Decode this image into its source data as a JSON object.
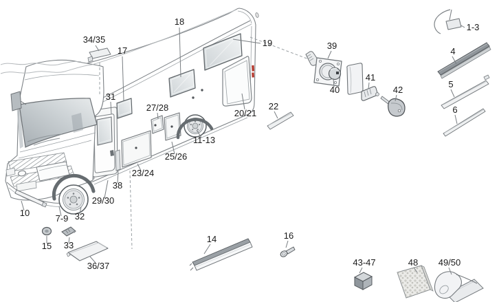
{
  "callouts": [
    {
      "label": "34/35"
    },
    {
      "label": "17"
    },
    {
      "label": "18"
    },
    {
      "label": "19"
    },
    {
      "label": "1-3"
    },
    {
      "label": "4"
    },
    {
      "label": "5"
    },
    {
      "label": "6"
    },
    {
      "label": "39"
    },
    {
      "label": "40"
    },
    {
      "label": "41"
    },
    {
      "label": "42"
    },
    {
      "label": "22"
    },
    {
      "label": "20/21"
    },
    {
      "label": "27/28"
    },
    {
      "label": "31"
    },
    {
      "label": "11-13"
    },
    {
      "label": "25/26"
    },
    {
      "label": "23/24"
    },
    {
      "label": "38"
    },
    {
      "label": "29/30"
    },
    {
      "label": "32"
    },
    {
      "label": "7-9"
    },
    {
      "label": "10"
    },
    {
      "label": "15"
    },
    {
      "label": "33"
    },
    {
      "label": "36/37"
    },
    {
      "label": "14"
    },
    {
      "label": "16"
    },
    {
      "label": "43-47"
    },
    {
      "label": "48"
    },
    {
      "label": "49/50"
    }
  ],
  "colors": {
    "background": "#ffffff",
    "line": "#7d8286",
    "label_text": "#1a1a1a",
    "accent_red": "#b23227",
    "glass_light": "#f2f4f5",
    "glass_dark": "#cdd3d6",
    "part_dark": "#8f959a",
    "part_light": "#eef0f1"
  }
}
